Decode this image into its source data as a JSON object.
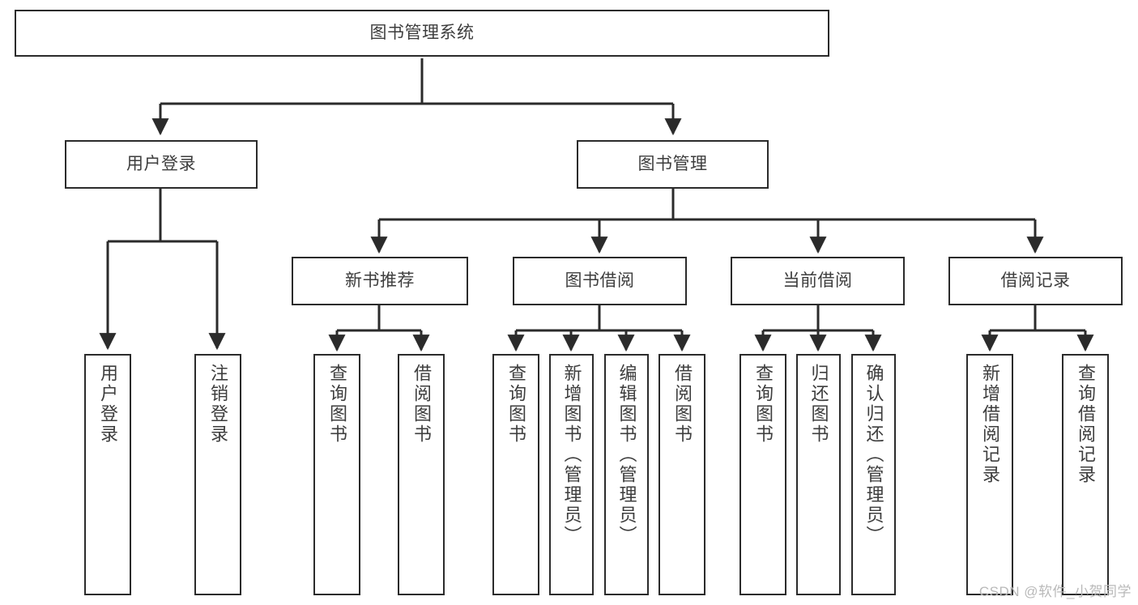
{
  "diagram": {
    "title": "图书管理系统",
    "type": "tree",
    "background_color": "#ffffff",
    "line_color": "#2b2b2b",
    "text_color": "#3d3d3d",
    "watermark": "CSDN @软件_小贺同学",
    "levels": {
      "root": {
        "label": "图书管理系统"
      },
      "level2": [
        {
          "label": "用户登录"
        },
        {
          "label": "图书管理"
        }
      ],
      "level3": [
        {
          "label": "新书推荐"
        },
        {
          "label": "图书借阅"
        },
        {
          "label": "当前借阅"
        },
        {
          "label": "借阅记录"
        }
      ],
      "leaves": {
        "user_login": [
          {
            "label": "用户登录"
          },
          {
            "label": "注销登录"
          }
        ],
        "new_book_recommend": [
          {
            "label": "查询图书"
          },
          {
            "label": "借阅图书"
          }
        ],
        "book_borrow": [
          {
            "label": "查询图书"
          },
          {
            "label": "新增图书（管理员）"
          },
          {
            "label": "编辑图书（管理员）"
          },
          {
            "label": "借阅图书"
          }
        ],
        "current_borrow": [
          {
            "label": "查询图书"
          },
          {
            "label": "归还图书"
          },
          {
            "label": "确认归还（管理员）"
          }
        ],
        "borrow_record": [
          {
            "label": "新增借阅记录"
          },
          {
            "label": "查询借阅记录"
          }
        ]
      }
    }
  }
}
